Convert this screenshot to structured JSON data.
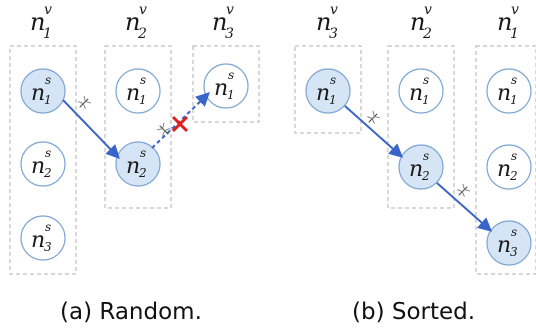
{
  "colors": {
    "node_fill": "#d6e5f5",
    "node_stroke": "#7fa6d4",
    "edge_solid": "#3b64c8",
    "edge_dashed": "#3b64c8",
    "cross": "#e02020",
    "box_dash": "#b0b0b0"
  },
  "node_symbol": "n",
  "panels": [
    {
      "caption": "(a) Random.",
      "columns": [
        {
          "label": {
            "base": "n",
            "sup": "v",
            "sub": "1"
          },
          "nodes": [
            {
              "sup": "s",
              "sub": "1",
              "highlighted": true
            },
            {
              "sup": "s",
              "sub": "2",
              "highlighted": false
            },
            {
              "sup": "s",
              "sub": "3",
              "highlighted": false
            }
          ]
        },
        {
          "label": {
            "base": "n",
            "sup": "v",
            "sub": "2"
          },
          "nodes": [
            {
              "sup": "s",
              "sub": "1",
              "highlighted": false
            },
            {
              "sup": "s",
              "sub": "2",
              "highlighted": true
            }
          ]
        },
        {
          "label": {
            "base": "n",
            "sup": "v",
            "sub": "3"
          },
          "nodes": [
            {
              "sup": "s",
              "sub": "1",
              "highlighted": false
            }
          ]
        }
      ],
      "edges": [
        {
          "from": "v1.s1",
          "to": "v2.s2",
          "style": "solid"
        },
        {
          "from": "v2.s2",
          "to": "v3.s1",
          "style": "dashed",
          "blocked": true
        }
      ]
    },
    {
      "caption": "(b) Sorted.",
      "columns": [
        {
          "label": {
            "base": "n",
            "sup": "v",
            "sub": "3"
          },
          "nodes": [
            {
              "sup": "s",
              "sub": "1",
              "highlighted": true
            }
          ]
        },
        {
          "label": {
            "base": "n",
            "sup": "v",
            "sub": "2"
          },
          "nodes": [
            {
              "sup": "s",
              "sub": "1",
              "highlighted": false
            },
            {
              "sup": "s",
              "sub": "2",
              "highlighted": true
            }
          ]
        },
        {
          "label": {
            "base": "n",
            "sup": "v",
            "sub": "1"
          },
          "nodes": [
            {
              "sup": "s",
              "sub": "1",
              "highlighted": false
            },
            {
              "sup": "s",
              "sub": "2",
              "highlighted": false
            },
            {
              "sup": "s",
              "sub": "3",
              "highlighted": true
            }
          ]
        }
      ],
      "edges": [
        {
          "from": "v3.s1",
          "to": "v2.s2",
          "style": "solid"
        },
        {
          "from": "v2.s2",
          "to": "v1.s3",
          "style": "solid"
        }
      ]
    }
  ]
}
